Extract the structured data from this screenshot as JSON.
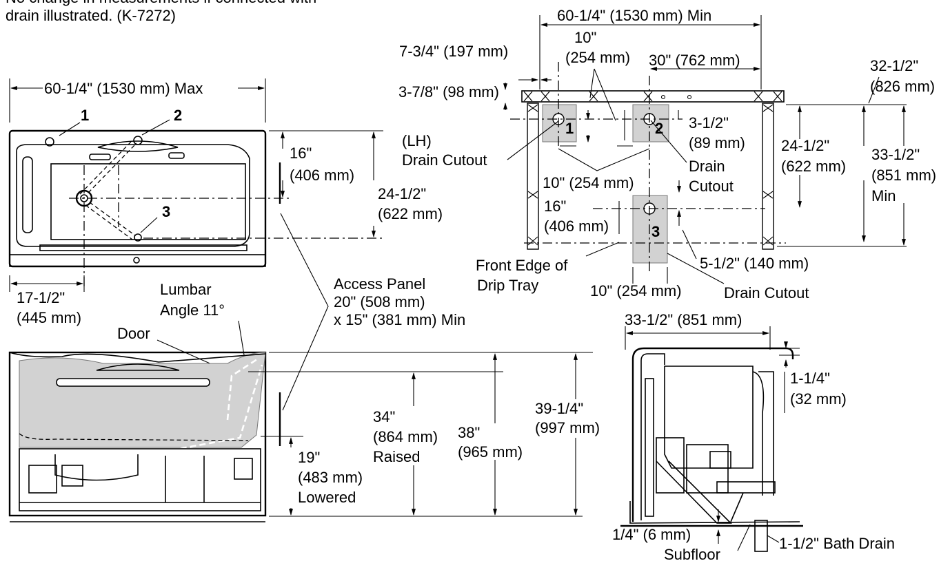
{
  "header": {
    "note_line1": "No change in measurements if connected with",
    "note_line2": "drain illustrated. (K-7272)"
  },
  "top_view": {
    "width_label": "60-1/4\" (1530 mm) Max",
    "callout_1": "1",
    "callout_2": "2",
    "callout_3": "3",
    "dim_16": "16\"",
    "dim_16_mm": "(406 mm)",
    "dim_24": "24-1/2\"",
    "dim_24_mm": "(622 mm)",
    "dim_17": "17-1/2\"",
    "dim_17_mm": "(445 mm)"
  },
  "labels": {
    "access_panel_1": "Access Panel",
    "access_panel_2": "20\" (508 mm)",
    "access_panel_3": "x 15\" (381 mm) Min",
    "lumbar_1": "Lumbar",
    "lumbar_2": "Angle 11°",
    "door": "Door"
  },
  "front_view": {
    "dim_34": "34\"",
    "dim_34_mm": "(864 mm)",
    "dim_34_note": "Raised",
    "dim_38": "38\"",
    "dim_38_mm": "(965 mm)",
    "dim_39": "39-1/4\"",
    "dim_39_mm": "(997 mm)",
    "dim_19": "19\"",
    "dim_19_mm": "(483 mm)",
    "dim_19_note": "Lowered"
  },
  "framing": {
    "width_label": "60-1/4\" (1530 mm) Min",
    "dim_7_3_4": "7-3/4\" (197 mm)",
    "dim_3_7_8": "3-7/8\" (98 mm)",
    "dim_10": "10\"",
    "dim_10_mm": "(254 mm)",
    "dim_30": "30\" (762 mm)",
    "dim_32": "32-1/2\"",
    "dim_32_mm": "(826 mm)",
    "dim_3_1_2": "3-1/2\"",
    "dim_3_1_2_mm": "(89 mm)",
    "dim_24": "24-1/2\"",
    "dim_24_mm": "(622 mm)",
    "dim_33": "33-1/2\"",
    "dim_33_mm": "(851 mm)",
    "dim_33_note": "Min",
    "lh": "(LH)",
    "drain_cutout": "Drain Cutout",
    "drain": "Drain",
    "cutout": "Cutout",
    "dim_10_b": "10\" (254 mm)",
    "dim_16": "16\"",
    "dim_16_mm": "(406 mm)",
    "front_edge_1": "Front Edge of",
    "front_edge_2": "Drip Tray",
    "dim_5_1_2": "5-1/2\" (140 mm)",
    "dim_10_c": "10\" (254 mm)",
    "drain_cutout_3": "Drain Cutout",
    "num_1": "1",
    "num_2": "2",
    "num_3": "3"
  },
  "side_view": {
    "width_label": "33-1/2\" (851 mm)",
    "dim_1_1_4": "1-1/4\"",
    "dim_1_1_4_mm": "(32 mm)",
    "dim_1_4": "1/4\" (6 mm)",
    "subfloor": "Subfloor",
    "bath_drain": "1-1/2\" Bath Drain"
  }
}
